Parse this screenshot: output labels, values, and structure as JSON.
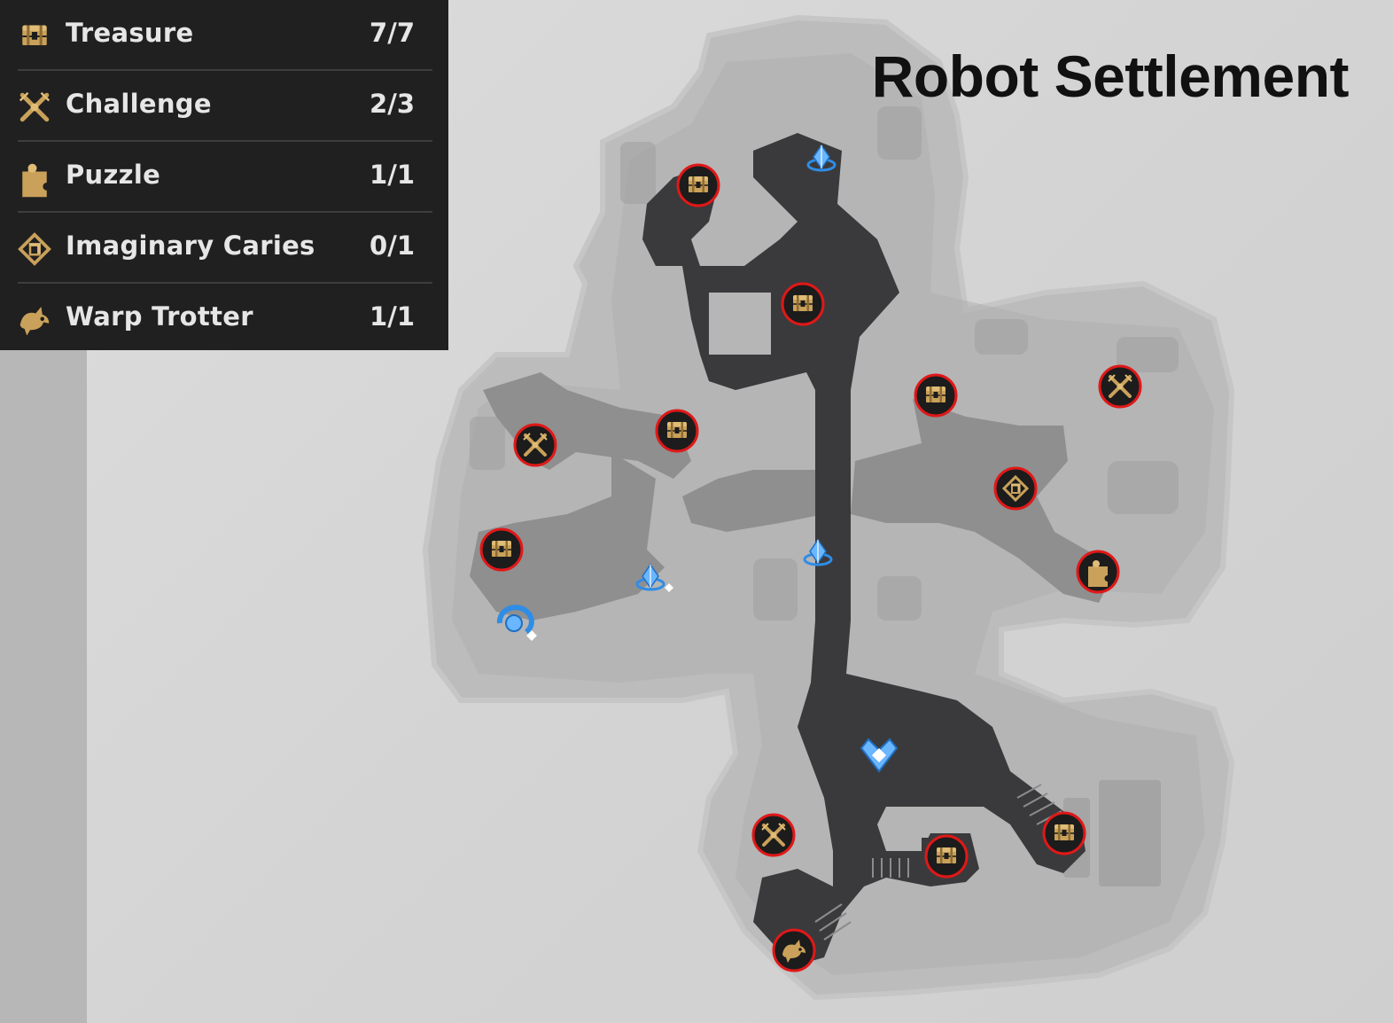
{
  "title": "Robot Settlement",
  "legend": [
    {
      "label": "Treasure",
      "count": "7/7",
      "icon": "treasure-chest-icon"
    },
    {
      "label": "Challenge",
      "count": "2/3",
      "icon": "crossed-swords-icon"
    },
    {
      "label": "Puzzle",
      "count": "1/1",
      "icon": "puzzle-piece-icon"
    },
    {
      "label": "Imaginary Caries",
      "count": "0/1",
      "icon": "imaginary-caries-icon"
    },
    {
      "label": "Warp Trotter",
      "count": "1/1",
      "icon": "warp-trotter-icon"
    }
  ],
  "colors": {
    "legend_bg": "#202020",
    "legend_text": "#e6e6e6",
    "marker_ring": "#e01818",
    "marker_fill": "#1c1c1c",
    "marker_glyph": "#c9a15a",
    "poi_blue": "#2f8de6",
    "terrain_light": "#b9b9b9",
    "terrain_mid": "#a9a9a9",
    "path_dark": "#3a3a3c"
  },
  "markers": [
    {
      "type": "treasure"
    },
    {
      "type": "treasure"
    },
    {
      "type": "treasure"
    },
    {
      "type": "treasure"
    },
    {
      "type": "treasure"
    },
    {
      "type": "treasure"
    },
    {
      "type": "treasure"
    },
    {
      "type": "challenge"
    },
    {
      "type": "challenge"
    },
    {
      "type": "challenge"
    },
    {
      "type": "puzzle"
    },
    {
      "type": "imaginary-caries"
    },
    {
      "type": "warp-trotter"
    }
  ],
  "points_of_interest": [
    {
      "icon": "space-anchor-icon"
    },
    {
      "icon": "space-anchor-icon"
    },
    {
      "icon": "space-anchor-icon"
    },
    {
      "icon": "calyx-icon"
    },
    {
      "icon": "save-point-icon"
    }
  ]
}
